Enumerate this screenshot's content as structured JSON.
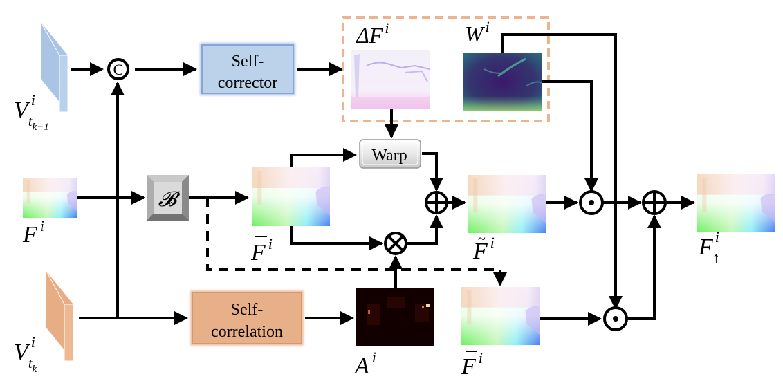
{
  "title": "Flow refinement pipeline diagram",
  "inputs": {
    "v_prev": {
      "base": "V",
      "sup": "i",
      "sub": "t",
      "subsub": "k−1"
    },
    "v_curr": {
      "base": "V",
      "sup": "i",
      "sub": "t",
      "subsub": "k"
    },
    "f": {
      "base": "F",
      "sup": "i"
    }
  },
  "modules": {
    "self_corrector": {
      "line1": "Self-",
      "line2": "corrector"
    },
    "self_correlation": {
      "line1": "Self-",
      "line2": "correlation"
    },
    "warp": {
      "label": "Warp"
    },
    "b_op": {
      "label": "𝓑"
    }
  },
  "operators": {
    "concat": "C",
    "add": "⊕",
    "multiply": "⊗",
    "hadamard": "⊙"
  },
  "maps": {
    "delta_f": {
      "base": "ΔF",
      "sup": "i"
    },
    "w": {
      "base": "W",
      "sup": "i"
    },
    "f_bar_top": {
      "base": "F",
      "sup": "i",
      "accent": "bar"
    },
    "f_tilde": {
      "base": "F",
      "sup": "i",
      "accent": "tilde"
    },
    "a": {
      "base": "A",
      "sup": "i"
    },
    "f_bar_bottom": {
      "base": "F",
      "sup": "i",
      "accent": "bar"
    },
    "f_up": {
      "base": "F",
      "sup": "i",
      "sub": "↑"
    }
  },
  "colors": {
    "blue_module": "#b8cfe9",
    "blue_border": "#7f9fd6",
    "orange_module": "#e8b088",
    "orange_border": "#d9976a",
    "dashed_group": "#eab58e",
    "line": "#000000"
  }
}
